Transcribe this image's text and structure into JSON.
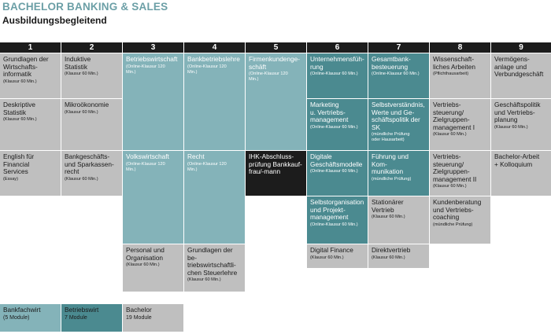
{
  "header": {
    "title": "BACHELOR BANKING & SALES",
    "subtitle": "Ausbildungsbegleitend"
  },
  "semesters": [
    "1",
    "2",
    "3",
    "4",
    "5",
    "6",
    "7",
    "8",
    "9"
  ],
  "modules": [
    {
      "title": "Grundlagen der\nWirtschafts-\ninformatik",
      "sub": "(Klausur 60 Min.)",
      "style": "g"
    },
    {
      "title": "Deskriptive\nStatistik",
      "sub": "(Klausur 60 Min.)",
      "style": "g"
    },
    {
      "title": "English für\nFinancial\nServices",
      "sub": "(Essay)",
      "style": "g"
    },
    {
      "title": "Induktive\nStatistik",
      "sub": "(Klausur 60 Min.)",
      "style": "g"
    },
    {
      "title": "Mikroökonomie",
      "sub": "(Klausur 60 Min.)",
      "style": "g"
    },
    {
      "title": "Bankgeschäfts-\nund Sparkassen-\nrecht",
      "sub": "(Klausur 60 Min.)",
      "style": "g"
    },
    {
      "title": "Betriebswirtschaft",
      "sub": "(Online-Klausur 120\n Min.)",
      "style": "lt"
    },
    {
      "title": "Volkswirtschaft",
      "sub": "(Online-Klausur 120\n Min.)",
      "style": "lt"
    },
    {
      "title": "Personal und\nOrganisation",
      "sub": "(Klausur 60 Min.)",
      "style": "g"
    },
    {
      "title": "Bankbetriebslehre",
      "sub": "(Online-Klausur 120\n Min.)",
      "style": "lt"
    },
    {
      "title": "Recht",
      "sub": "(Online-Klausur 120\n Min.)",
      "style": "lt"
    },
    {
      "title": "Grundlagen der be-\ntriebswirtschaftli-\nchen Steuerlehre",
      "sub": "(Klausur 60 Min.)",
      "style": "g"
    },
    {
      "title": "Firmenkundenge-\nschäft",
      "sub": "(Online-Klausur 120\n Min.)",
      "style": "lt"
    },
    {
      "title": "IHK-Abschluss-\nprüfung Bankkauf-\nfrau/-mann",
      "sub": "",
      "style": "bk"
    },
    {
      "title": "Unternehmensfüh-\nrung",
      "sub": "(Online-Klausur 60 Min.)",
      "style": "dt"
    },
    {
      "title": "Marketing\nu. Vertriebs-\nmanagement",
      "sub": "(Online-Klausur 60 Min.)",
      "style": "dt"
    },
    {
      "title": "Digitale\nGeschäftsmodelle",
      "sub": "(Online-Klausur 60 Min.)",
      "style": "dt"
    },
    {
      "title": "Selbstorganisation\nund Projekt-\nmanagement",
      "sub": "(Online-Klausur 60 Min.)",
      "style": "dt"
    },
    {
      "title": "Digital Finance",
      "sub": "(Klausur 60 Min.)",
      "style": "g"
    },
    {
      "title": "Gesamtbank-\nbesteuerung",
      "sub": "(Online-Klausur 60 Min.)",
      "style": "dt"
    },
    {
      "title": "Selbstverständnis,\nWerte und Ge-\nschäftspolitik der\nSK",
      "sub": "(mündliche Prüfung\n oder Hausarbeit)",
      "style": "dt"
    },
    {
      "title": "Führung und Kom-\nmunikation",
      "sub": "(mündliche Prüfung)",
      "style": "dt"
    },
    {
      "title": "Stationärer\nVertrieb",
      "sub": "(Klausur 60 Min.)",
      "style": "g"
    },
    {
      "title": "Direktvertrieb",
      "sub": "(Klausur 60 Min.)",
      "style": "g"
    },
    {
      "title": "Wissenschaft-\nliches Arbeiten",
      "sub": "(Pflichthausarbeit)",
      "style": "g"
    },
    {
      "title": "Vertriebs-\nsteuerung/\nZielgruppen-\nmanagement I",
      "sub": "(Klausur 60 Min.)",
      "style": "g"
    },
    {
      "title": "Vertriebs-\nsteuerung/\nZielgruppen-\nmanagement II",
      "sub": "(Klausur 60 Min.)",
      "style": "g"
    },
    {
      "title": "Kundenberatung\nund Vertriebs-\ncoaching",
      "sub": "(mündliche Prüfung)",
      "style": "g"
    },
    {
      "title": "Vermögens-\nanlage und\nVerbundgeschäft",
      "sub": "",
      "style": "g"
    },
    {
      "title": "Geschäftspolitik\nund Vertriebs-\nplanung",
      "sub": "(Klausur 60 Min.)",
      "style": "g"
    },
    {
      "title": "Bachelor-Arbeit\n+ Kolloquium",
      "sub": "",
      "style": "g"
    }
  ],
  "legend": [
    {
      "title": "Bankfachwirt",
      "sub": "(5 Module)",
      "style": "lt"
    },
    {
      "title": "Betriebswirt",
      "sub": "7 Module",
      "style": "dt"
    },
    {
      "title": "Bachelor",
      "sub": "19 Module",
      "style": "g"
    }
  ],
  "colors": {
    "grey": "#bfbfbf",
    "light_teal": "#84b3b9",
    "dark_teal": "#4b8a90",
    "black": "#1c1c1c",
    "title_teal": "#6b9fa6"
  }
}
